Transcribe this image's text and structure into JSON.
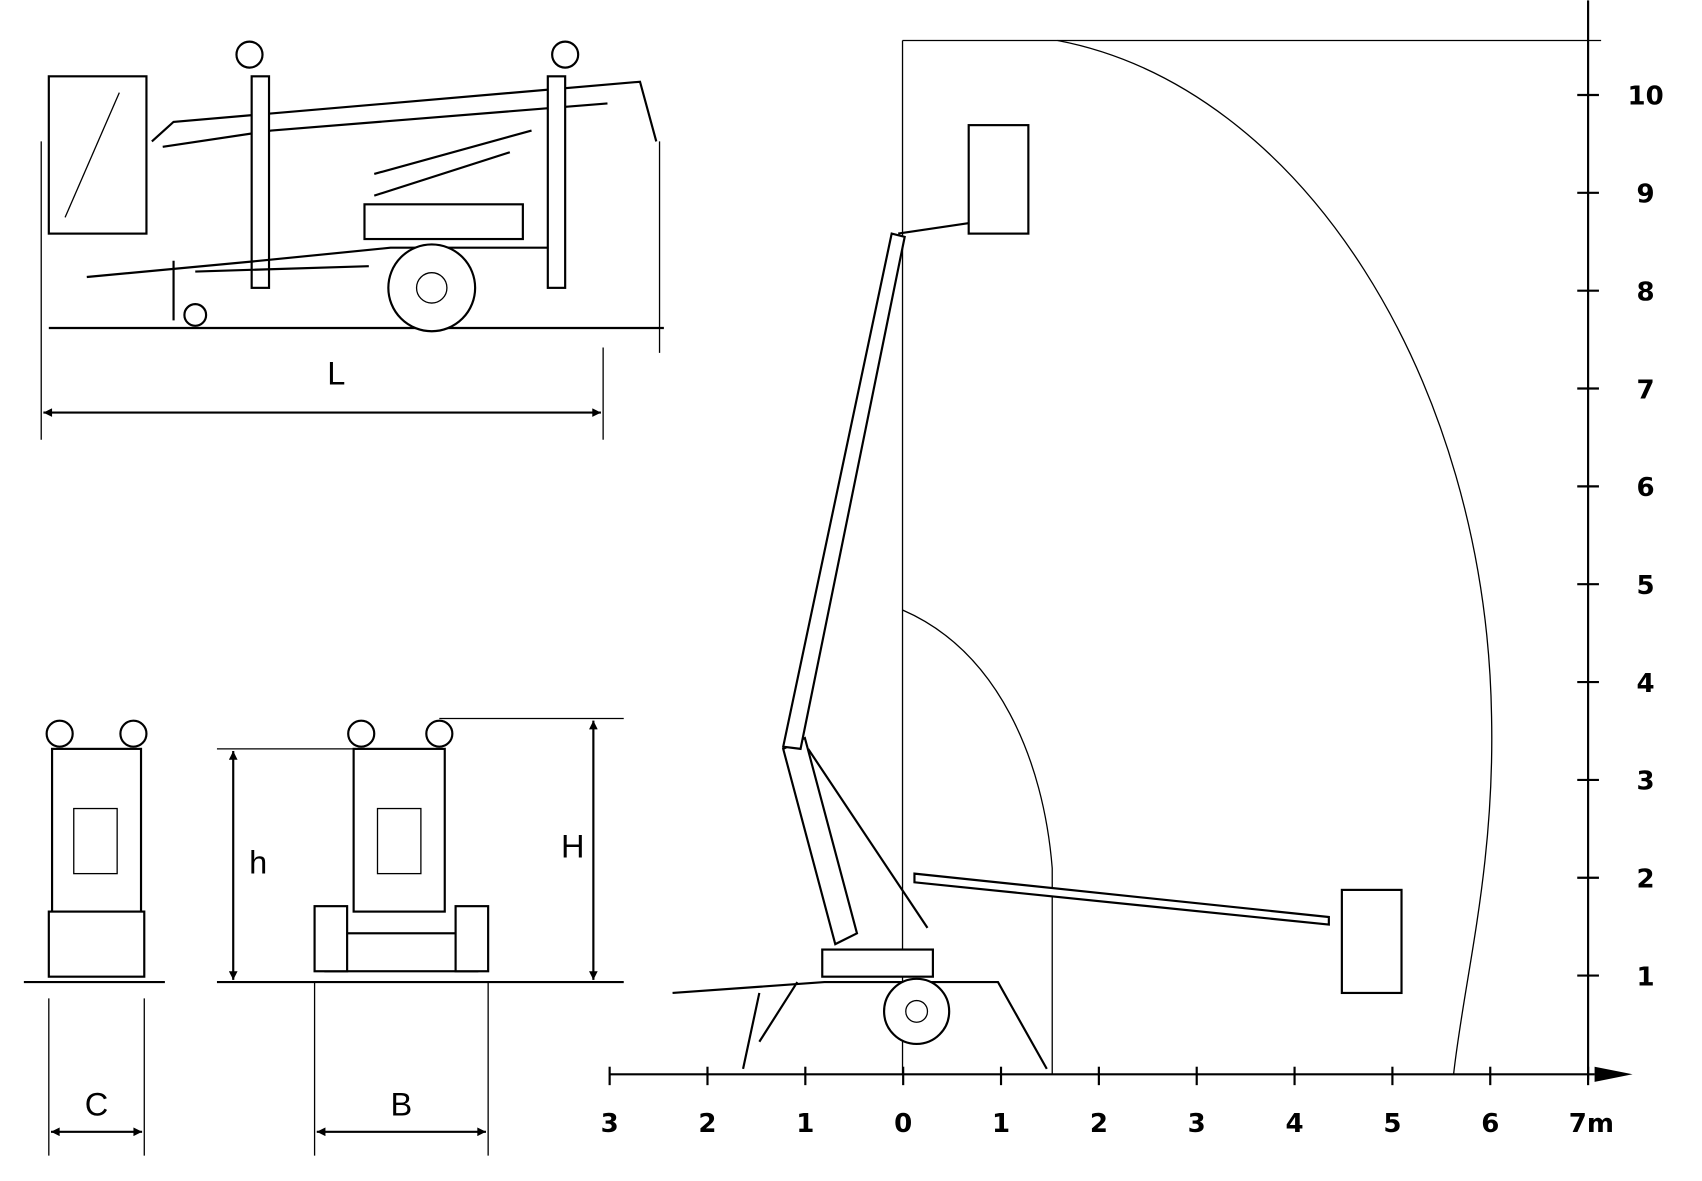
{
  "dimensions": {
    "length": "L",
    "width_c": "C",
    "width_b": "B",
    "height_h": "h",
    "height_H": "H"
  },
  "x_axis": {
    "ticks": [
      "3",
      "2",
      "1",
      "0",
      "1",
      "2",
      "3",
      "4",
      "5",
      "6",
      "7m"
    ]
  },
  "y_axis": {
    "ticks": [
      "1",
      "2",
      "3",
      "4",
      "5",
      "6",
      "7",
      "8",
      "9",
      "10"
    ]
  }
}
